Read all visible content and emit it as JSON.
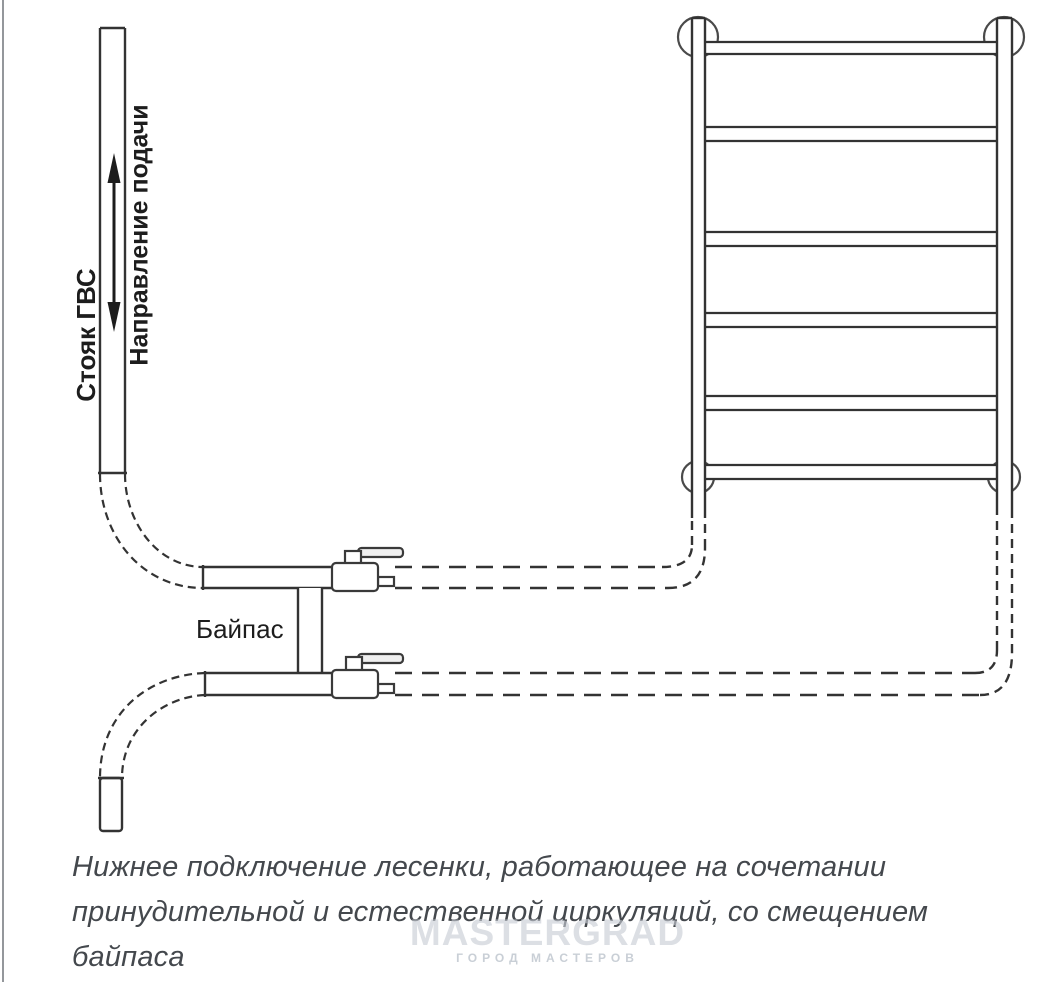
{
  "diagram": {
    "labels": {
      "riser": "Стояк ГВС",
      "flow_direction": "Направление подачи",
      "bypass": "Байпас"
    },
    "caption": {
      "line1": "Нижнее подключение лесенки, работающее на сочетании",
      "line2": "принудительной и естественной циркуляций, со смещением байпаса"
    },
    "watermark": {
      "title": "MASTERGRAD",
      "subtitle": "ГОРОД МАСТЕРОВ"
    },
    "colors": {
      "line": "#333333",
      "caption_text": "#44484d",
      "watermark": "#c6ccd4",
      "page_edge": "#94979b",
      "background": "#ffffff"
    }
  }
}
